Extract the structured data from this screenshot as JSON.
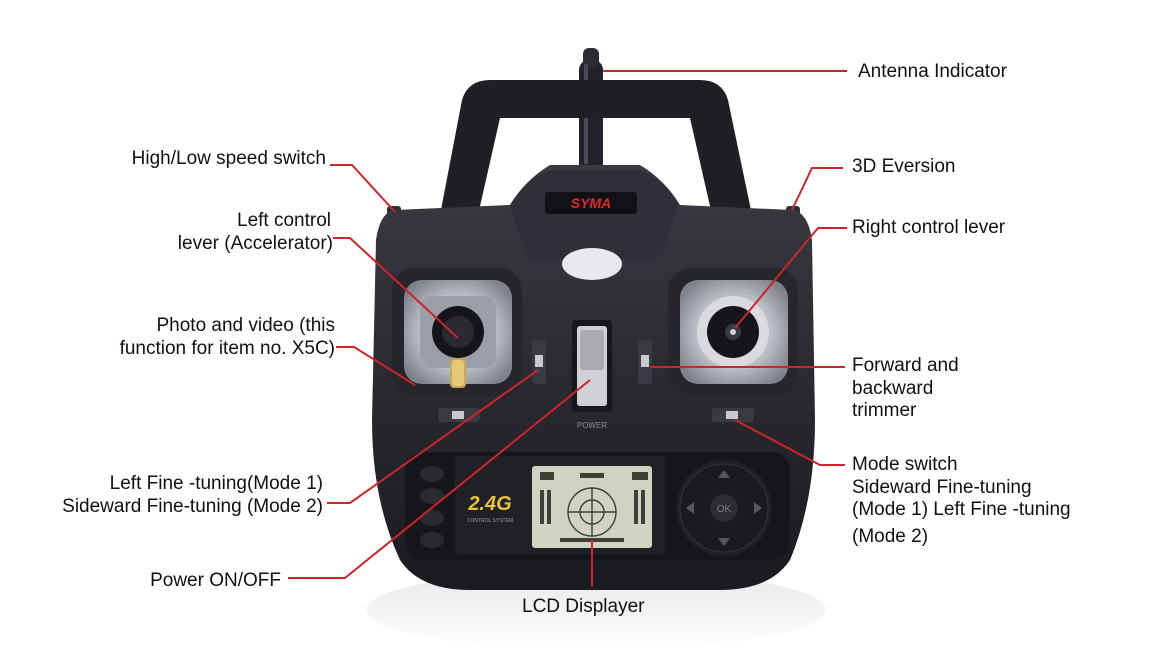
{
  "brand": {
    "logo_text": "SYMA",
    "power_label": "POWER",
    "lcd_badge": "2.4G",
    "lcd_badge_sub": "CONTROL SYSTEM",
    "ok_label": "OK"
  },
  "colors": {
    "leader": "#d0242b",
    "body": "#1c1d22",
    "shell": "#2a2b31",
    "lcd": "#cfd3c2"
  },
  "labels": {
    "antenna": "Antenna Indicator",
    "high_low": "High/Low speed switch",
    "eversion": "3D Eversion",
    "left_lever_1": "Left control",
    "left_lever_2": "lever (Accelerator)",
    "right_lever": "Right control lever",
    "photo_1": "Photo and video (this",
    "photo_2": "function for item no. X5C)",
    "trim_1": "Forward and",
    "trim_2": "backward",
    "trim_3": "trimmer",
    "left_fine_1": "Left Fine -tuning(Mode 1)",
    "left_fine_2": "Sideward Fine-tuning (Mode 2)",
    "mode_1": "Mode switch",
    "mode_2": "Sideward Fine-tuning",
    "mode_3": "(Mode 1)  Left Fine -tuning",
    "mode_4": "(Mode 2)",
    "power": "Power ON/OFF",
    "lcd": "LCD Displayer"
  }
}
